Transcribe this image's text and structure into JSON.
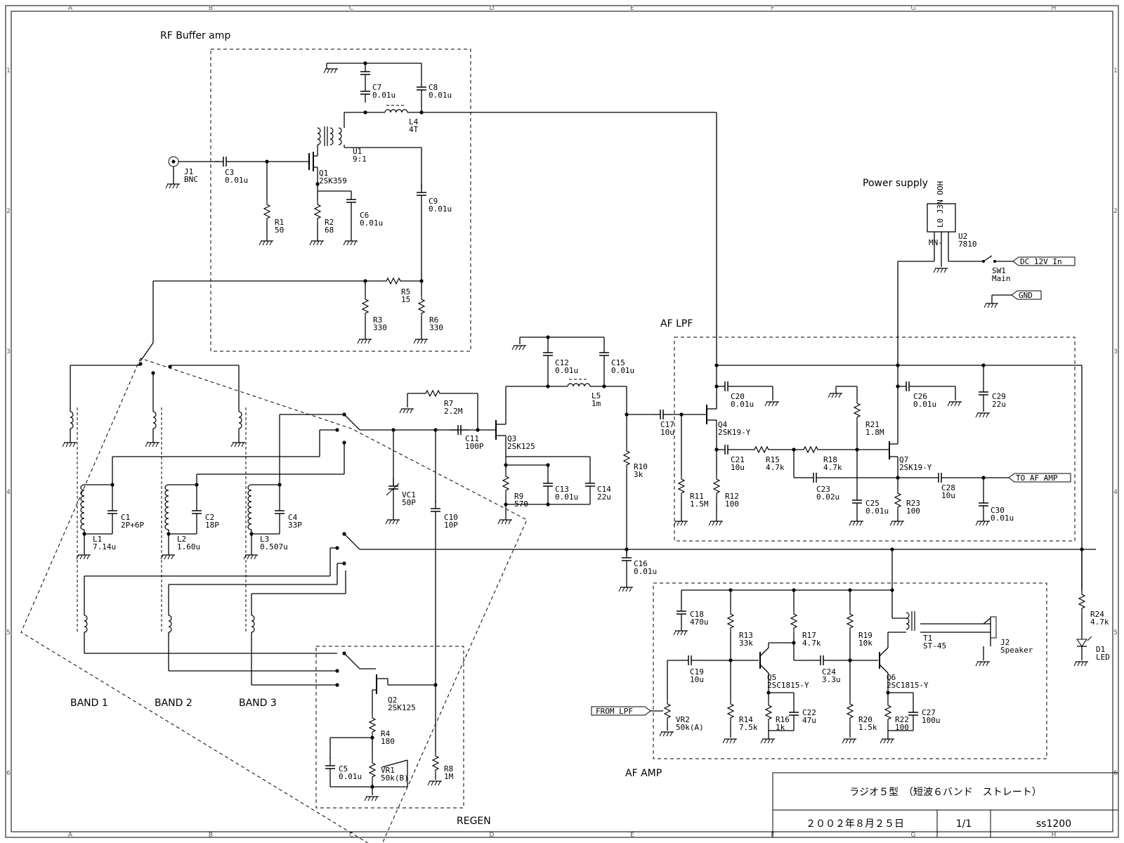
{
  "blocks": {
    "rf_buffer": "RF Buffer amp",
    "power_supply": "Power supply",
    "af_lpf": "AF LPF",
    "af_amp": "AF AMP",
    "regen": "REGEN",
    "band1": "BAND 1",
    "band2": "BAND 2",
    "band3": "BAND 3"
  },
  "zones": {
    "cols": [
      "A",
      "B",
      "C",
      "D",
      "E",
      "F",
      "G",
      "H"
    ],
    "rows": [
      "1",
      "2",
      "3",
      "4",
      "5",
      "6"
    ]
  },
  "ports": {
    "dc_in": "DC 12V In",
    "gnd": "GND",
    "to_af_amp": "TO AF AMP",
    "from_lpf": "FROM LPF"
  },
  "components": {
    "J1": {
      "ref": "J1",
      "value": "BNC"
    },
    "C3": {
      "ref": "C3",
      "value": "0.01u"
    },
    "R1": {
      "ref": "R1",
      "value": "50"
    },
    "Q1": {
      "ref": "Q1",
      "value": "2SK359"
    },
    "R2": {
      "ref": "R2",
      "value": "68"
    },
    "C6": {
      "ref": "C6",
      "value": "0.01u"
    },
    "C7": {
      "ref": "C7",
      "value": "0.01u"
    },
    "C8": {
      "ref": "C8",
      "value": "0.01u"
    },
    "L4": {
      "ref": "L4",
      "value": "4T"
    },
    "U1": {
      "ref": "U1",
      "value": "9:1"
    },
    "C9": {
      "ref": "C9",
      "value": "0.01u"
    },
    "R5": {
      "ref": "R5",
      "value": "15"
    },
    "R3": {
      "ref": "R3",
      "value": "330"
    },
    "R6": {
      "ref": "R6",
      "value": "330"
    },
    "U2": {
      "ref": "U2",
      "value": "7810"
    },
    "U2_pkg": "L0\nJ3N\nOOH",
    "U2_pins": "MN-",
    "SW1": {
      "ref": "SW1",
      "value": "Main"
    },
    "R7": {
      "ref": "R7",
      "value": "2.2M"
    },
    "C11": {
      "ref": "C11",
      "value": "100P"
    },
    "Q3": {
      "ref": "Q3",
      "value": "2SK125"
    },
    "C12": {
      "ref": "C12",
      "value": "0.01u"
    },
    "C15": {
      "ref": "C15",
      "value": "0.01u"
    },
    "L5": {
      "ref": "L5",
      "value": "1m"
    },
    "C13": {
      "ref": "C13",
      "value": "0.01u"
    },
    "C14": {
      "ref": "C14",
      "value": "22u"
    },
    "R9": {
      "ref": "R9",
      "value": "570"
    },
    "R10": {
      "ref": "R10",
      "value": "3k"
    },
    "C16": {
      "ref": "C16",
      "value": "0.01u"
    },
    "VC1": {
      "ref": "VC1",
      "value": "50P"
    },
    "C10": {
      "ref": "C10",
      "value": "10P"
    },
    "C1": {
      "ref": "C1",
      "value": "2P+6P"
    },
    "C2": {
      "ref": "C2",
      "value": "18P"
    },
    "C4": {
      "ref": "C4",
      "value": "33P"
    },
    "L1": {
      "ref": "L1",
      "value": "7.14u"
    },
    "L2": {
      "ref": "L2",
      "value": "1.60u"
    },
    "L3": {
      "ref": "L3",
      "value": "0.507u"
    },
    "Q2": {
      "ref": "Q2",
      "value": "2SK125"
    },
    "R4": {
      "ref": "R4",
      "value": "180"
    },
    "C5": {
      "ref": "C5",
      "value": "0.01u"
    },
    "VR1": {
      "ref": "VR1",
      "value": "50k(B)"
    },
    "R8": {
      "ref": "R8",
      "value": "1M"
    },
    "C17": {
      "ref": "C17",
      "value": "10u"
    },
    "Q4": {
      "ref": "Q4",
      "value": "2SK19-Y"
    },
    "C20": {
      "ref": "C20",
      "value": "0.01u"
    },
    "C21": {
      "ref": "C21",
      "value": "10u"
    },
    "R15": {
      "ref": "R15",
      "value": "4.7k"
    },
    "R18": {
      "ref": "R18",
      "value": "4.7k"
    },
    "R21": {
      "ref": "R21",
      "value": "1.8M"
    },
    "Q7": {
      "ref": "Q7",
      "value": "2SK19-Y"
    },
    "C26": {
      "ref": "C26",
      "value": "0.01u"
    },
    "C29": {
      "ref": "C29",
      "value": "22u"
    },
    "R11": {
      "ref": "R11",
      "value": "1.5M"
    },
    "R12": {
      "ref": "R12",
      "value": "100"
    },
    "C23": {
      "ref": "C23",
      "value": "0.02u"
    },
    "C25": {
      "ref": "C25",
      "value": "0.01u"
    },
    "R23": {
      "ref": "R23",
      "value": "100"
    },
    "C28": {
      "ref": "C28",
      "value": "10u"
    },
    "C30": {
      "ref": "C30",
      "value": "0.01u"
    },
    "C18": {
      "ref": "C18",
      "value": "470u"
    },
    "R13": {
      "ref": "R13",
      "value": "33k"
    },
    "R17": {
      "ref": "R17",
      "value": "4.7k"
    },
    "R19": {
      "ref": "R19",
      "value": "10k"
    },
    "T1": {
      "ref": "T1",
      "value": "ST-45"
    },
    "J2": {
      "ref": "J2",
      "value": "Speaker"
    },
    "C19": {
      "ref": "C19",
      "value": "10u"
    },
    "Q5": {
      "ref": "Q5",
      "value": "2SC1815-Y"
    },
    "C24": {
      "ref": "C24",
      "value": "3.3u"
    },
    "Q6": {
      "ref": "Q6",
      "value": "2SC1815-Y"
    },
    "VR2": {
      "ref": "VR2",
      "value": "50k(A)"
    },
    "R14": {
      "ref": "R14",
      "value": "7.5k"
    },
    "R16": {
      "ref": "R16",
      "value": "1k"
    },
    "C22": {
      "ref": "C22",
      "value": "47u"
    },
    "R20": {
      "ref": "R20",
      "value": "1.5k"
    },
    "R22": {
      "ref": "R22",
      "value": "100"
    },
    "C27": {
      "ref": "C27",
      "value": "100u"
    },
    "R24": {
      "ref": "R24",
      "value": "4.7k"
    },
    "D1": {
      "ref": "D1",
      "value": "LED"
    }
  },
  "title_block": {
    "title": "ラジオ５型　（短波６バンド　ストレート）",
    "date": "２００２年８月２５日",
    "sheet": "1/1",
    "doc_id": "ss1200"
  }
}
